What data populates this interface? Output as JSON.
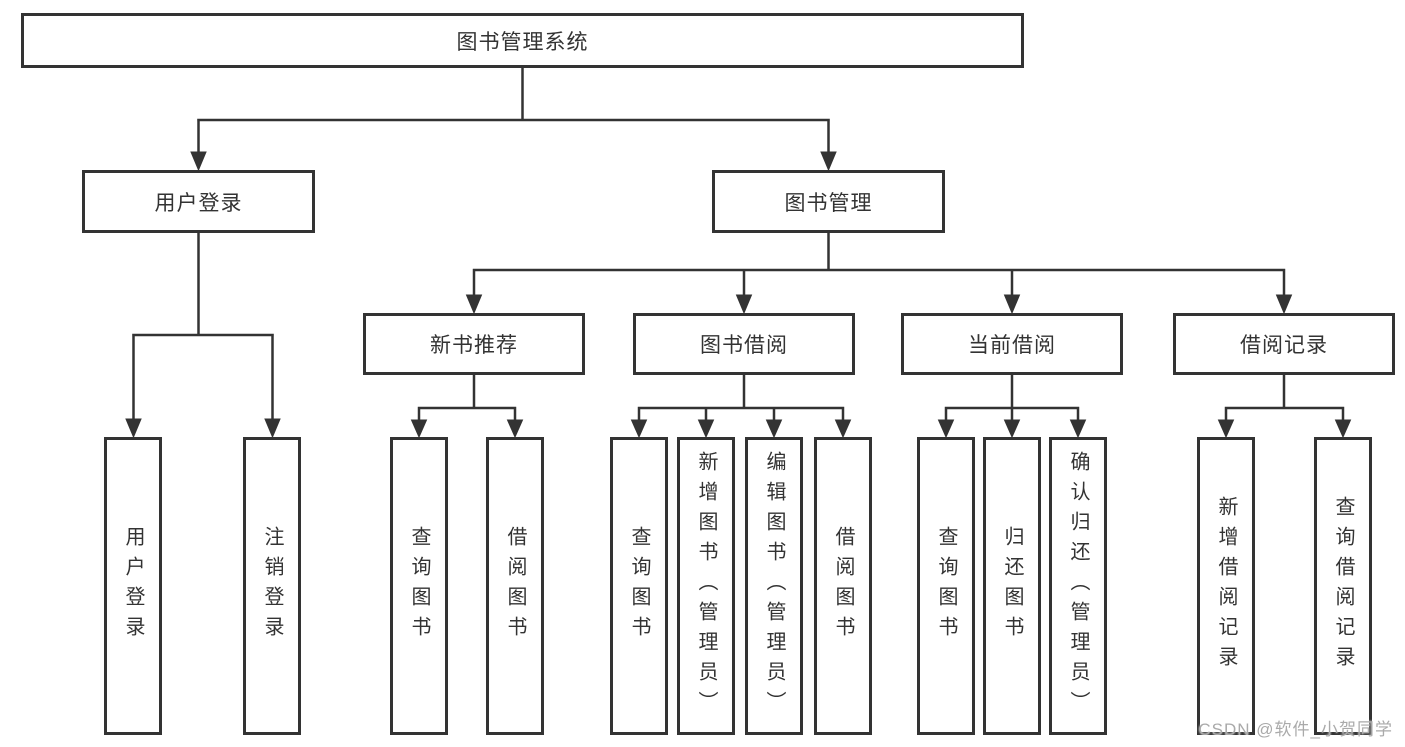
{
  "colors": {
    "background": "#ffffff",
    "line": "#333333",
    "text": "#333333",
    "box_fill": "#ffffff",
    "watermark": "#aaaaaa"
  },
  "diagram": {
    "root": "图书管理系统",
    "level2": [
      "用户登录",
      "图书管理"
    ],
    "level3": [
      "新书推荐",
      "图书借阅",
      "当前借阅",
      "借阅记录"
    ],
    "leaves": {
      "user_login": [
        "用户登录",
        "注销登录"
      ],
      "new_book_recommend": [
        "查询图书",
        "借阅图书"
      ],
      "book_borrowing": [
        "查询图书",
        "新增图书（管理员）",
        "编辑图书（管理员）",
        "借阅图书"
      ],
      "current_borrowing": [
        "查询图书",
        "归还图书",
        "确认归还（管理员）"
      ],
      "borrowing_records": [
        "新增借阅记录",
        "查询借阅记录"
      ]
    }
  },
  "watermark": {
    "text": "CSDN @软件_小贺同学"
  }
}
